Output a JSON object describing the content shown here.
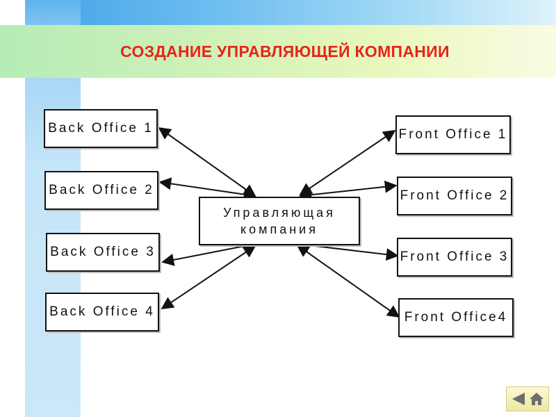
{
  "slide": {
    "title": "СОЗДАНИЕ УПРАВЛЯЮЩЕЙ КОМПАНИИ"
  },
  "diagram": {
    "center": {
      "line1": "Управляющая",
      "line2": "компания"
    },
    "back_offices": [
      {
        "label": "Back Office 1"
      },
      {
        "label": "Back Office 2"
      },
      {
        "label": "Back Office 3"
      },
      {
        "label": "Back Office 4"
      }
    ],
    "front_offices": [
      {
        "label": "Front Office 1"
      },
      {
        "label": "Front Office 2"
      },
      {
        "label": "Front Office 3"
      },
      {
        "label": "Front Office4"
      }
    ]
  },
  "navigation": {
    "back_icon": "left-arrow-icon",
    "home_icon": "home-icon"
  },
  "colors": {
    "title": "#e8241a",
    "accent_blue": "#3d9fe6",
    "band_green": "#b6ecb7"
  }
}
